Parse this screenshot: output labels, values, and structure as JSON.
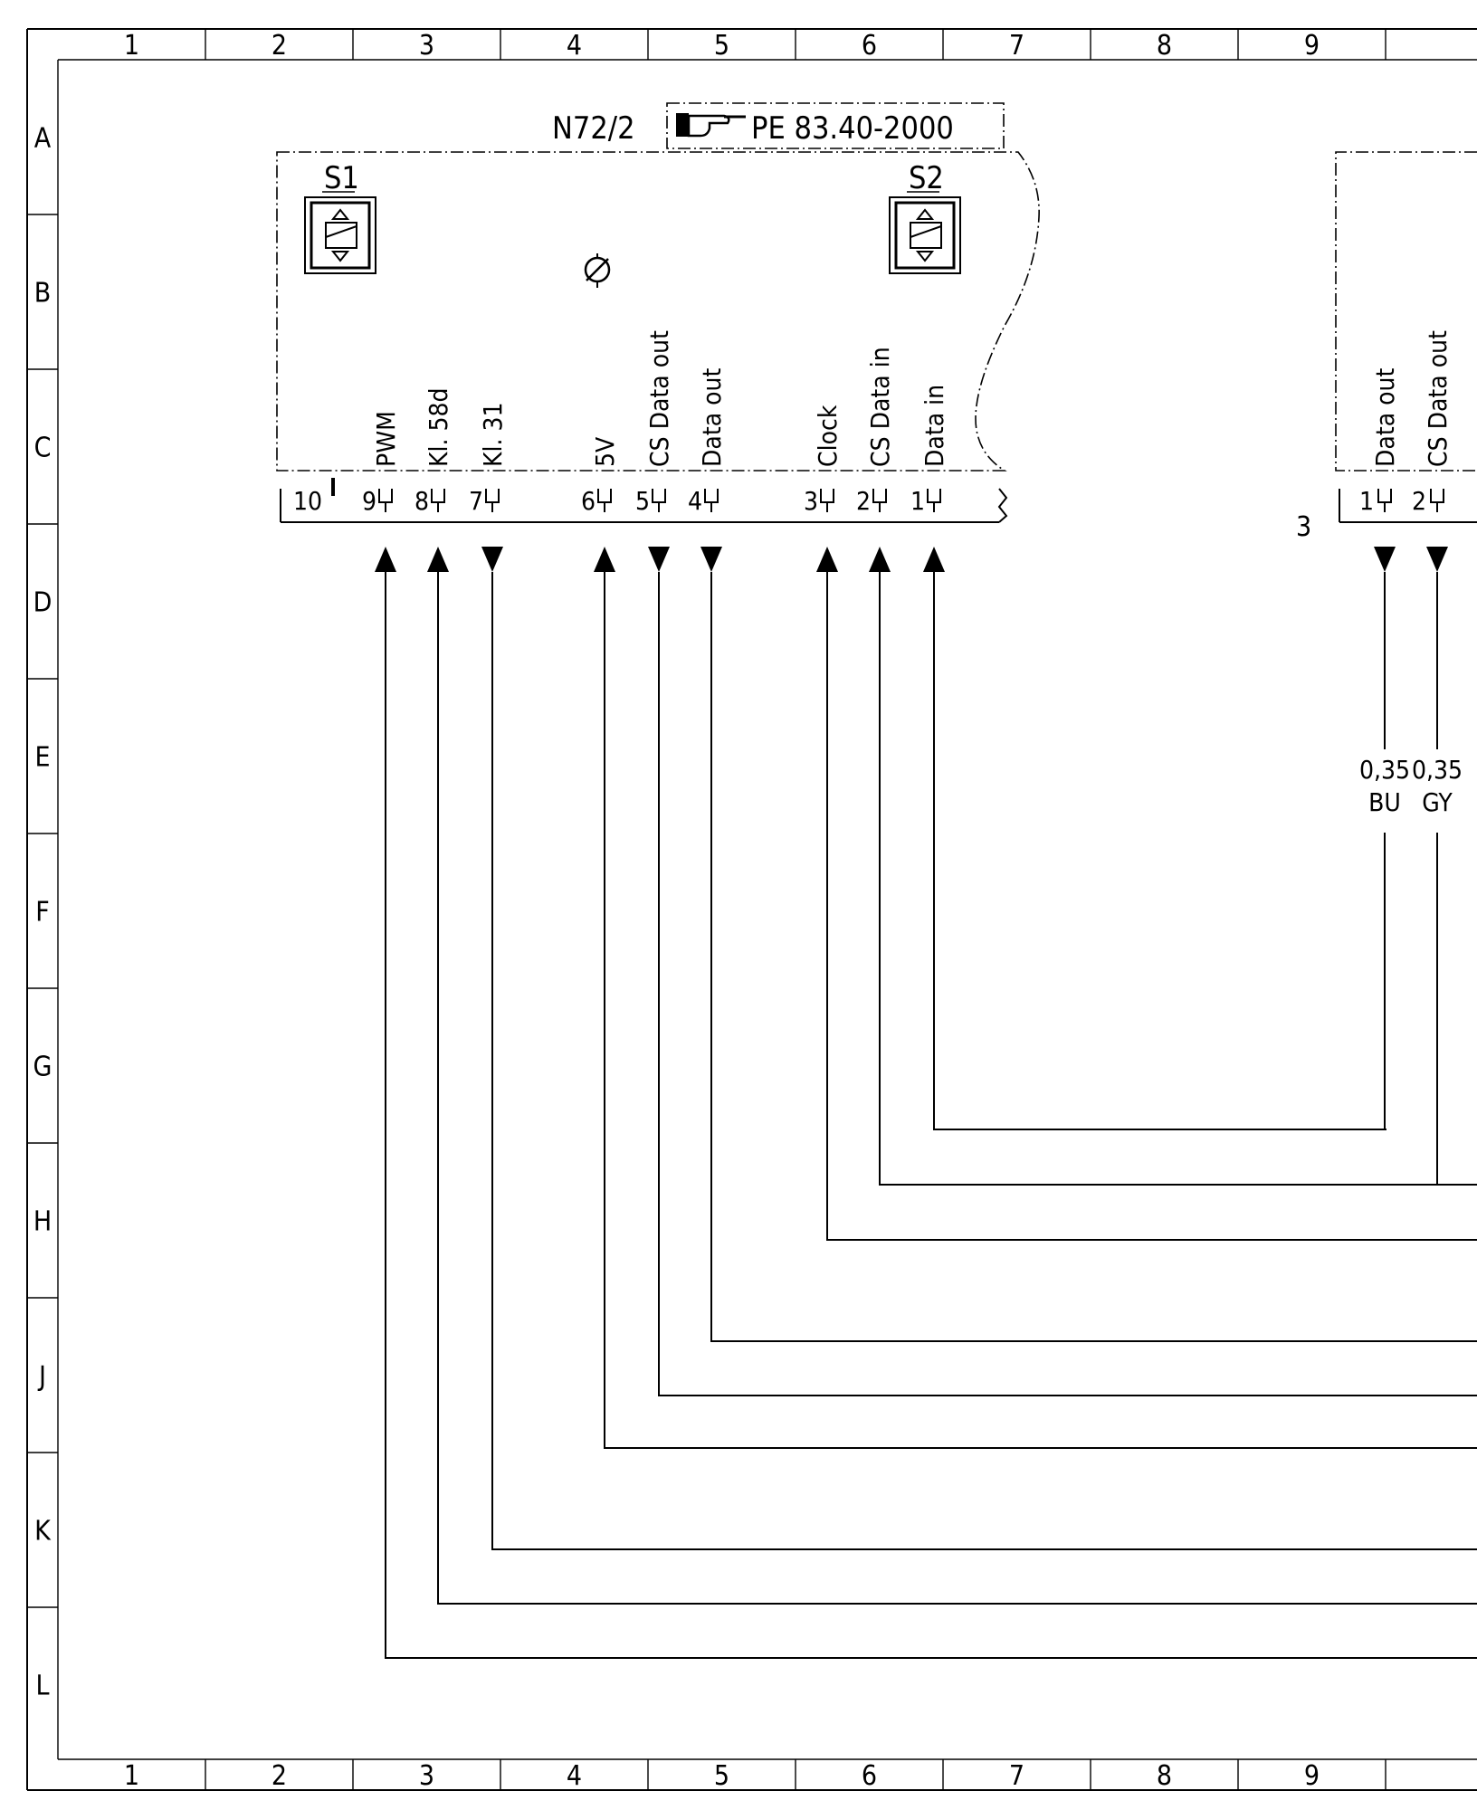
{
  "grid": {
    "columns": [
      "1",
      "2",
      "3",
      "4",
      "5",
      "6",
      "7",
      "8",
      "9"
    ],
    "rows": [
      "A",
      "B",
      "C",
      "D",
      "E",
      "F",
      "G",
      "H",
      "J",
      "K",
      "L"
    ]
  },
  "component": {
    "id": "N72/2",
    "reference": "PE 83.40-2000",
    "switch_left": "S1",
    "switch_right": "S2"
  },
  "connector_left": {
    "pins": [
      {
        "num": "10",
        "signal": "",
        "dir": "none"
      },
      {
        "num": "9",
        "signal": "PWM",
        "dir": "up"
      },
      {
        "num": "8",
        "signal": "Kl. 58d",
        "dir": "up"
      },
      {
        "num": "7",
        "signal": "Kl. 31",
        "dir": "down"
      },
      {
        "num": "6",
        "signal": "5V",
        "dir": "up"
      },
      {
        "num": "5",
        "signal": "CS Data out",
        "dir": "down"
      },
      {
        "num": "4",
        "signal": "Data out",
        "dir": "down"
      },
      {
        "num": "3",
        "signal": "Clock",
        "dir": "up"
      },
      {
        "num": "2",
        "signal": "CS Data in",
        "dir": "up"
      },
      {
        "num": "1",
        "signal": "Data in",
        "dir": "up"
      }
    ]
  },
  "connector_right": {
    "label": "3",
    "pins": [
      {
        "num": "1",
        "signal": "Data out"
      },
      {
        "num": "2",
        "signal": "CS Data out"
      }
    ],
    "wires": [
      {
        "gauge": "0,35",
        "color": "BU"
      },
      {
        "gauge": "0,35",
        "color": "GY"
      }
    ]
  }
}
